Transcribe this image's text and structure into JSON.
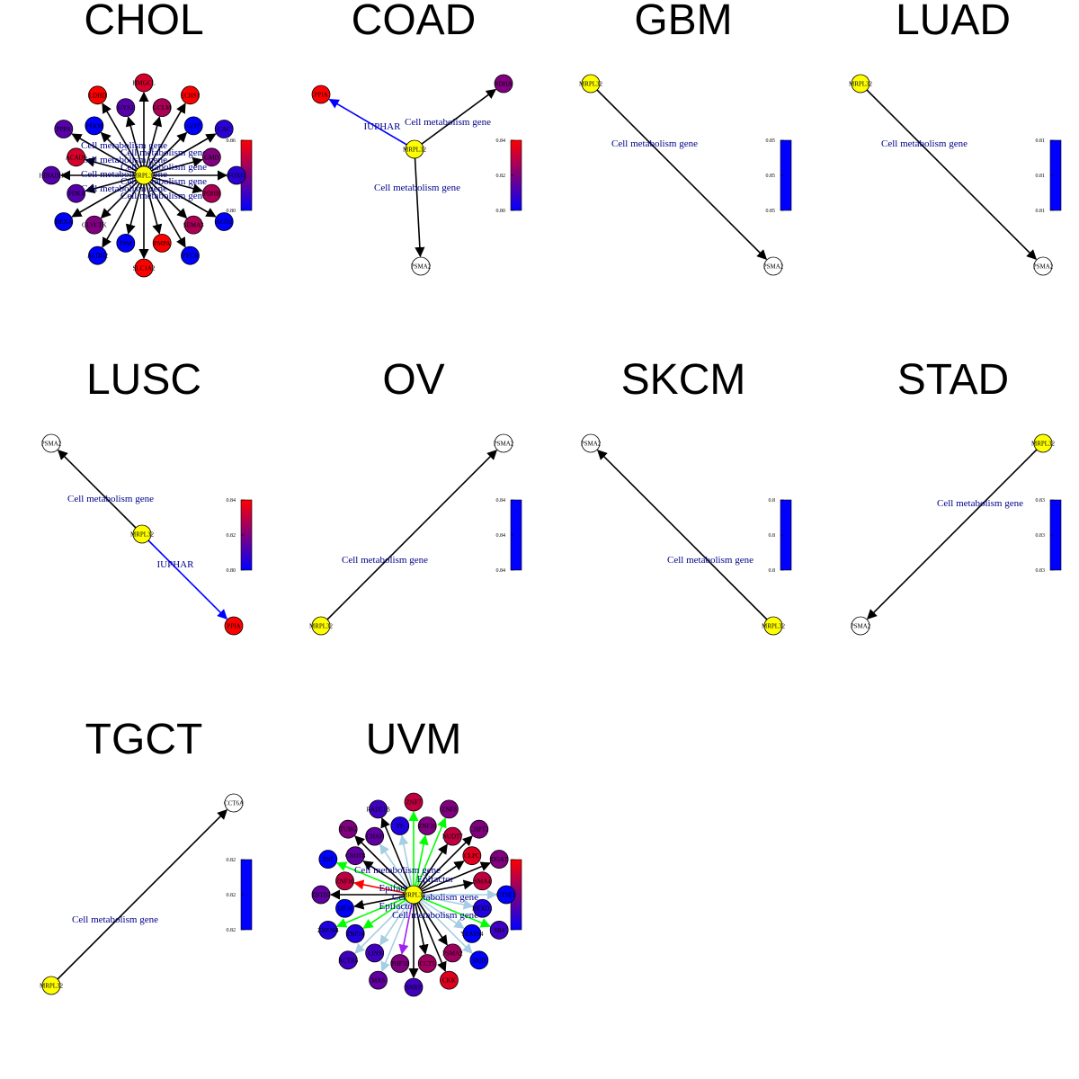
{
  "colors": {
    "center_node": "#ffff00",
    "target_node_blank": "#ffffff",
    "edge_cell_metabolism": "#000000",
    "edge_iuphar": "#0000ff",
    "edge_epifactor": "#a6cee3",
    "edge_green": "#00ff00",
    "edge_purple": "#a020f0",
    "edge_red": "#ff0000",
    "edge_label_text": "#00008b",
    "colorbar_low": "#0000ff",
    "colorbar_high": "#ff0000"
  },
  "panels": [
    {
      "id": "chol",
      "title": "CHOL",
      "type": "star",
      "center": "MRPL32",
      "colorbar": {
        "ticks": [
          "0.80",
          "0.83",
          "0.86"
        ],
        "gradient": true
      },
      "nodes": [
        {
          "label": "HMGCL",
          "v": 0.85
        },
        {
          "label": "GCLM",
          "v": 0.84
        },
        {
          "label": "ECHS1",
          "v": 0.86
        },
        {
          "label": "GOT",
          "v": 0.8
        },
        {
          "label": "CAC",
          "v": 0.81
        },
        {
          "label": "GMD",
          "v": 0.83
        },
        {
          "label": "FOXO",
          "v": 0.81
        },
        {
          "label": "PDHB",
          "v": 0.84
        },
        {
          "label": "ACO2",
          "v": 0.8
        },
        {
          "label": "SEMA3",
          "v": 0.84
        },
        {
          "label": "PYCR",
          "v": 0.8
        },
        {
          "label": "PMPA",
          "v": 0.86
        },
        {
          "label": "SLC1A2",
          "v": 0.86
        },
        {
          "label": "PSM",
          "v": 0.8
        },
        {
          "label": "ALDH2",
          "v": 0.8
        },
        {
          "label": "GLYCTK",
          "v": 0.83
        },
        {
          "label": "HEXA",
          "v": 0.8
        },
        {
          "label": "PDK4",
          "v": 0.82
        },
        {
          "label": "HIBADH",
          "v": 0.82
        },
        {
          "label": "ACADS",
          "v": 0.85
        },
        {
          "label": "PPPA",
          "v": 0.82
        },
        {
          "label": "PFKM",
          "v": 0.8
        },
        {
          "label": "LDHD",
          "v": 0.86
        },
        {
          "label": "GYS2",
          "v": 0.82
        }
      ],
      "edge_label": "Cell metabolism gene"
    },
    {
      "id": "coad",
      "title": "COAD",
      "type": "explicit",
      "colorbar": {
        "ticks": [
          "0.80",
          "0.82",
          "0.84"
        ],
        "gradient": true
      },
      "nodes": [
        {
          "label": "MRPL32",
          "role": "center"
        },
        {
          "label": "PPIA",
          "v": 0.84
        },
        {
          "label": "SDHA",
          "v": 0.82
        },
        {
          "label": "PSMA2",
          "role": "blank"
        }
      ],
      "edges": [
        {
          "to": "PPIA",
          "label": "IUPHAR",
          "kind": "iuphar"
        },
        {
          "to": "SDHA",
          "label": "Cell metabolism gene",
          "kind": "cm"
        },
        {
          "to": "PSMA2",
          "label": "Cell metabolism gene",
          "kind": "cm"
        }
      ]
    },
    {
      "id": "gbm",
      "title": "GBM",
      "type": "pair",
      "colorbar": {
        "ticks": [
          "0.85",
          "0.85",
          "0.85"
        ],
        "gradient": false
      },
      "from": "MRPL32",
      "to": "PSMA2",
      "edge_label": "Cell metabolism gene"
    },
    {
      "id": "luad",
      "title": "LUAD",
      "type": "pair",
      "colorbar": {
        "ticks": [
          "0.81",
          "0.81",
          "0.81"
        ],
        "gradient": false
      },
      "from": "MRPL32",
      "to": "PSMA2",
      "edge_label": "Cell metabolism gene"
    },
    {
      "id": "lusc",
      "title": "LUSC",
      "type": "explicit",
      "colorbar": {
        "ticks": [
          "0.80",
          "0.82",
          "0.84"
        ],
        "gradient": true
      },
      "nodes": [
        {
          "label": "MRPL32",
          "role": "center"
        },
        {
          "label": "PSMA2",
          "role": "blank"
        },
        {
          "label": "PPIA",
          "v": 0.84
        }
      ],
      "edges": [
        {
          "to": "PSMA2",
          "label": "Cell metabolism gene",
          "kind": "cm"
        },
        {
          "to": "PPIA",
          "label": "IUPHAR",
          "kind": "iuphar"
        }
      ]
    },
    {
      "id": "ov",
      "title": "OV",
      "type": "pair",
      "colorbar": {
        "ticks": [
          "0.84",
          "0.84",
          "0.84"
        ],
        "gradient": false
      },
      "from": "MRPL32",
      "to": "PSMA2",
      "edge_label": "Cell metabolism gene"
    },
    {
      "id": "skcm",
      "title": "SKCM",
      "type": "pair",
      "colorbar": {
        "ticks": [
          "0.8",
          "0.8",
          "0.8"
        ],
        "gradient": false
      },
      "from": "MRPL32",
      "to": "PSMA2",
      "edge_label": "Cell metabolism gene"
    },
    {
      "id": "stad",
      "title": "STAD",
      "type": "pair",
      "colorbar": {
        "ticks": [
          "0.83",
          "0.83",
          "0.83"
        ],
        "gradient": false
      },
      "from": "MRPL32",
      "to": "PSMA2",
      "edge_label": "Cell metabolism gene"
    },
    {
      "id": "tgct",
      "title": "TGCT",
      "type": "pair",
      "colorbar": {
        "ticks": [
          "0.82",
          "0.82",
          "0.82"
        ],
        "gradient": false
      },
      "from": "MRPL32",
      "to": "CCT6A",
      "edge_label": "Cell metabolism gene"
    },
    {
      "id": "uvm",
      "title": "UVM",
      "type": "star",
      "center": "MRPL32",
      "colorbar": {
        "ticks": [
          "0.80",
          "0.84",
          "0.88"
        ],
        "gradient": true
      },
      "nodes": [
        {
          "label": "ZNF7",
          "v": 0.86,
          "kind": "green"
        },
        {
          "label": "ZNF19",
          "v": 0.84,
          "kind": "green"
        },
        {
          "label": "ZNF8",
          "v": 0.84,
          "kind": "green"
        },
        {
          "label": "NUDT7",
          "v": 0.86,
          "kind": "cm"
        },
        {
          "label": "CHPT2",
          "v": 0.84,
          "kind": "cm"
        },
        {
          "label": "CLPC",
          "v": 0.87,
          "kind": "cm"
        },
        {
          "label": "DGAT",
          "v": 0.84,
          "kind": "cm"
        },
        {
          "label": "SMA4",
          "v": 0.86,
          "kind": "cm"
        },
        {
          "label": "GTSE1",
          "v": 0.8,
          "kind": "epi"
        },
        {
          "label": "HEXD1",
          "v": 0.81,
          "kind": "epi"
        },
        {
          "label": "SB4",
          "v": 0.82,
          "kind": "green"
        },
        {
          "label": "YEATS4",
          "v": 0.8,
          "kind": "epi"
        },
        {
          "label": "SMD",
          "v": 0.8,
          "kind": "epi"
        },
        {
          "label": "PSMA2",
          "v": 0.85,
          "kind": "cm"
        },
        {
          "label": "CKK",
          "v": 0.87,
          "kind": "cm"
        },
        {
          "label": "CCT5",
          "v": 0.85,
          "kind": "cm"
        },
        {
          "label": "SNRP",
          "v": 0.82,
          "kind": "cm"
        },
        {
          "label": "PHF10",
          "v": 0.84,
          "kind": "purple"
        },
        {
          "label": "MAS",
          "v": 0.83,
          "kind": "epi"
        },
        {
          "label": "LIN9",
          "v": 0.82,
          "kind": "epi"
        },
        {
          "label": "ACTR6",
          "v": 0.82,
          "kind": "epi"
        },
        {
          "label": "ZNF24",
          "v": 0.81,
          "kind": "green"
        },
        {
          "label": "ZNF384",
          "v": 0.81,
          "kind": "green"
        },
        {
          "label": "EIF3J",
          "v": 0.8,
          "kind": "cm"
        },
        {
          "label": "ZBTB7",
          "v": 0.83,
          "kind": "cm"
        },
        {
          "label": "ZNF10",
          "v": 0.86,
          "kind": "red"
        },
        {
          "label": "ZNF",
          "v": 0.8,
          "kind": "green"
        },
        {
          "label": "CNOT8",
          "v": 0.83,
          "kind": "cm"
        },
        {
          "label": "TUBG",
          "v": 0.84,
          "kind": "cm"
        },
        {
          "label": "CHAF",
          "v": 0.83,
          "kind": "epi"
        },
        {
          "label": "RAD51B",
          "v": 0.82,
          "kind": "cm"
        },
        {
          "label": "TF",
          "v": 0.81,
          "kind": "epi"
        }
      ],
      "edge_labels": [
        "Cell metabolism gene",
        "Epifactor",
        "Epifactor",
        "Cell metabolism gene",
        "Epifactor",
        "Cell metabolism gene"
      ]
    }
  ]
}
